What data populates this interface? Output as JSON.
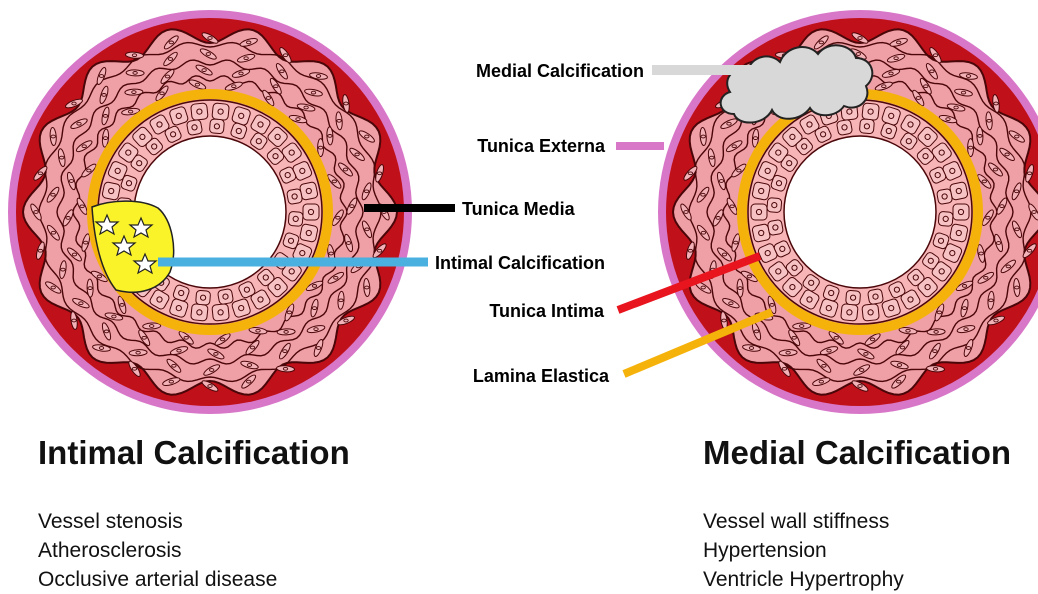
{
  "left": {
    "heading": "Intimal Calcification",
    "items": [
      "Vessel stenosis",
      "Atherosclerosis",
      "Occlusive arterial disease"
    ]
  },
  "right": {
    "heading": "Medial Calcification",
    "items": [
      "Vessel wall stiffness",
      "Hypertension",
      "Ventricle Hypertrophy"
    ]
  },
  "labels": {
    "medial_calcification": "Medial Calcification",
    "tunica_externa": "Tunica Externa",
    "tunica_media": "Tunica Media",
    "intimal_calcification": "Intimal Calcification",
    "tunica_intima": "Tunica Intima",
    "lamina_elastica": "Lamina Elastica"
  },
  "colors": {
    "tunica_externa": "#d877c8",
    "outer_wall": "#c0101a",
    "media_cells": "#ef9fa6",
    "lamina_elastica": "#f5b20a",
    "intima_cells": "#f7b5b8",
    "intimal_calcification": "#fbf32a",
    "medial_calcification": "#d8d8d8",
    "leader_intimal": "#4ab0e0",
    "leader_intima": "#e8141e",
    "leader_media": "#000000"
  }
}
